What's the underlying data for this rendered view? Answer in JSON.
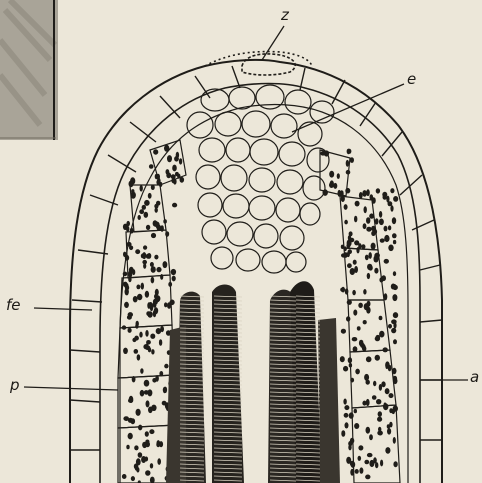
{
  "figure": {
    "labels": {
      "z": "z",
      "e": "e",
      "fe": "fe",
      "p": "p",
      "a": "a"
    },
    "colors": {
      "paper": "#ece7d9",
      "ink": "#1f1d19"
    }
  }
}
